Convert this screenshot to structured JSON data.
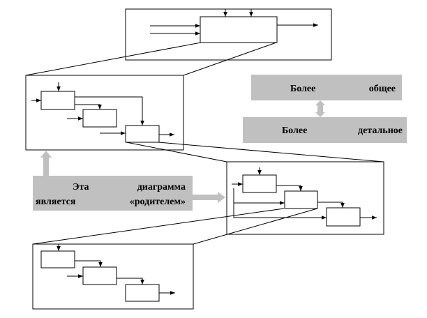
{
  "colors": {
    "line": "#000000",
    "label_fill": "#c0c0c0",
    "background": "#ffffff"
  },
  "legend": {
    "general_word1": "Более",
    "general_word2": "общее",
    "detailed_word1": "Более",
    "detailed_word2": "детальное"
  },
  "parent_note": {
    "line1_word1": "Эта",
    "line1_word2": "диаграмма",
    "line2_word1": "является",
    "line2_word2": "«родителем»"
  }
}
